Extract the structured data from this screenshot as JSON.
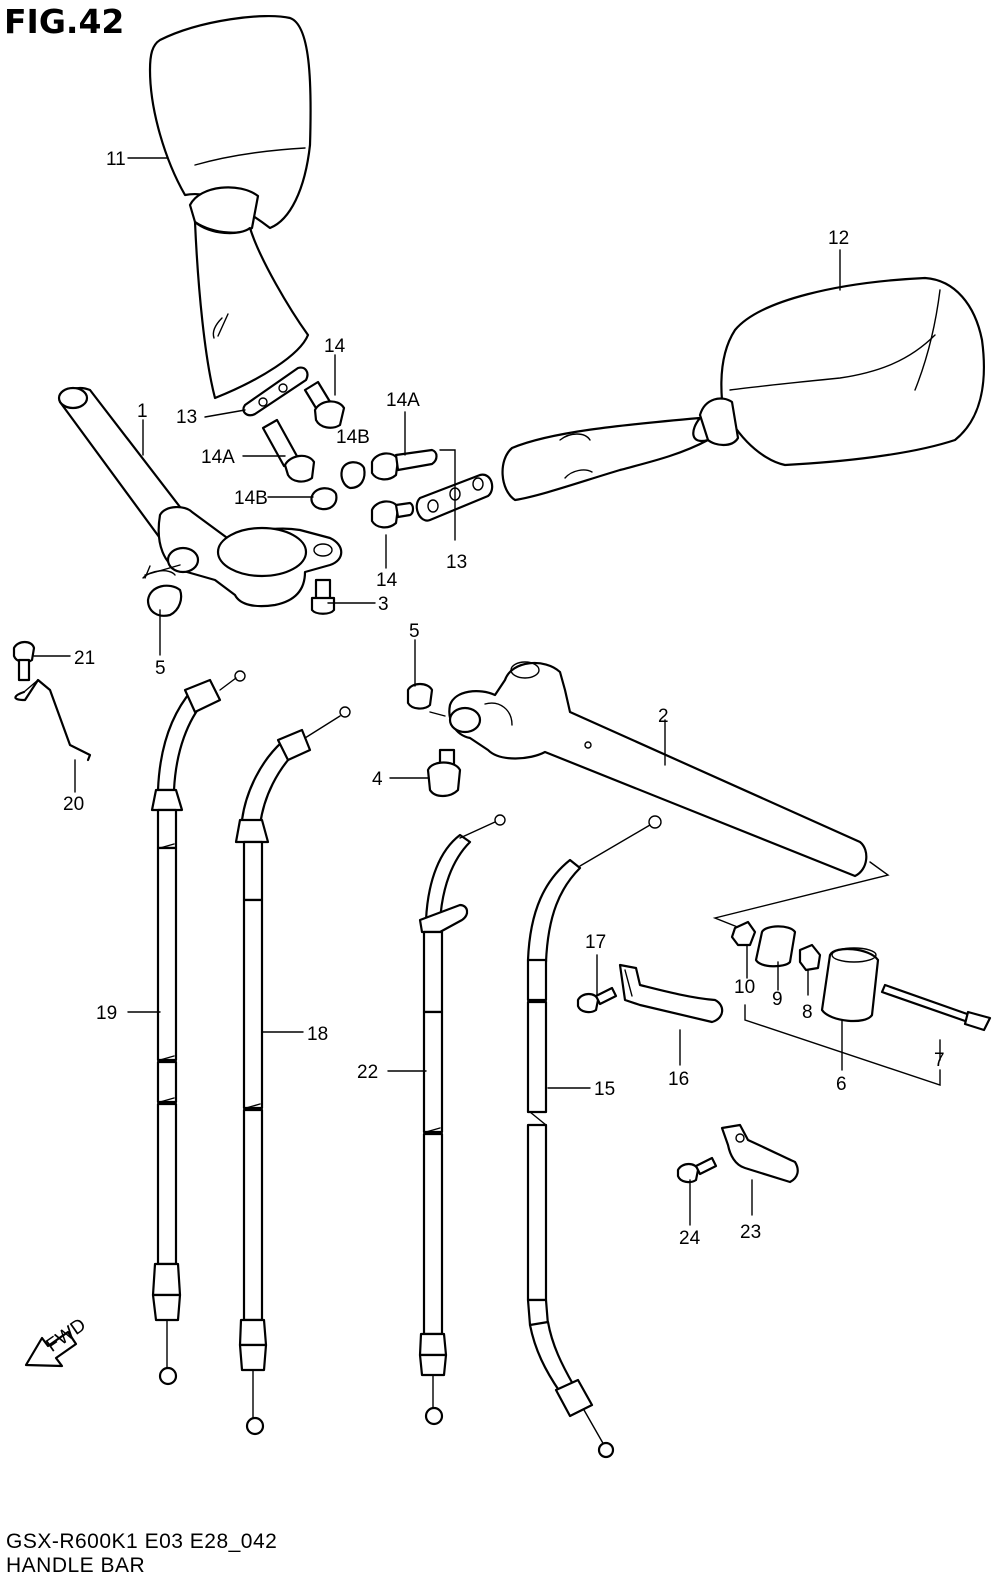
{
  "figure": {
    "title": "FIG.42",
    "reference": "GSX-R600K1 E03 E28_042",
    "name": "HANDLE BAR"
  },
  "fwd_label": "FWD",
  "callouts": [
    {
      "id": "c1",
      "text": "1"
    },
    {
      "id": "c2",
      "text": "2"
    },
    {
      "id": "c3",
      "text": "3"
    },
    {
      "id": "c4",
      "text": "4"
    },
    {
      "id": "c5a",
      "text": "5"
    },
    {
      "id": "c5b",
      "text": "5"
    },
    {
      "id": "c6",
      "text": "6"
    },
    {
      "id": "c7",
      "text": "7"
    },
    {
      "id": "c8",
      "text": "8"
    },
    {
      "id": "c9",
      "text": "9"
    },
    {
      "id": "c10",
      "text": "10"
    },
    {
      "id": "c11",
      "text": "11"
    },
    {
      "id": "c12",
      "text": "12"
    },
    {
      "id": "c13a",
      "text": "13"
    },
    {
      "id": "c13b",
      "text": "13"
    },
    {
      "id": "c14a",
      "text": "14"
    },
    {
      "id": "c14b",
      "text": "14"
    },
    {
      "id": "c14Aa",
      "text": "14A"
    },
    {
      "id": "c14Ab",
      "text": "14A"
    },
    {
      "id": "c14Ba",
      "text": "14B"
    },
    {
      "id": "c14Bb",
      "text": "14B"
    },
    {
      "id": "c15",
      "text": "15"
    },
    {
      "id": "c16",
      "text": "16"
    },
    {
      "id": "c17",
      "text": "17"
    },
    {
      "id": "c18",
      "text": "18"
    },
    {
      "id": "c19",
      "text": "19"
    },
    {
      "id": "c20",
      "text": "20"
    },
    {
      "id": "c21",
      "text": "21"
    },
    {
      "id": "c22",
      "text": "22"
    },
    {
      "id": "c23",
      "text": "23"
    },
    {
      "id": "c24",
      "text": "24"
    }
  ]
}
